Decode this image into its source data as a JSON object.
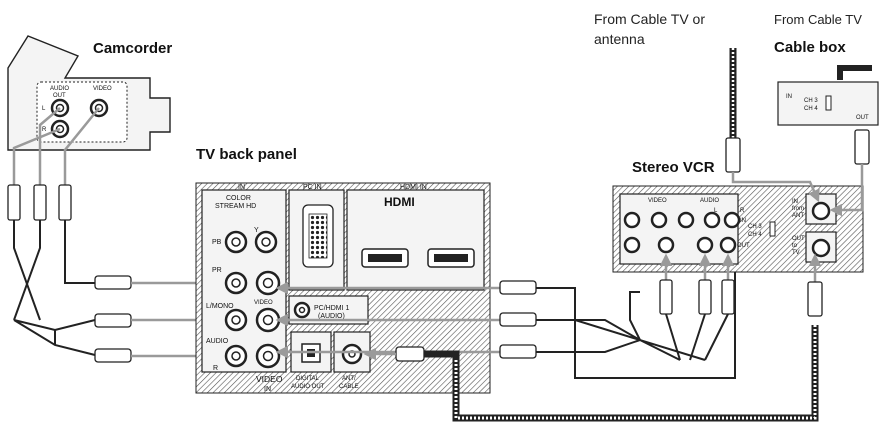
{
  "labels": {
    "camcorder": "Camcorder",
    "tv_back_panel": "TV back panel",
    "stereo_vcr": "Stereo VCR",
    "cable_box": "Cable box",
    "from_cable_tv_or_antenna_line1": "From Cable TV or",
    "from_cable_tv_or_antenna_line2": "antenna",
    "from_cable_tv": "From Cable TV"
  },
  "camcorder": {
    "audio_out_line1": "AUDIO",
    "audio_out_line2": "OUT",
    "video": "VIDEO",
    "left": "L",
    "right": "R"
  },
  "tv_panel": {
    "in_label": "IN",
    "color_stream_line1": "COLOR",
    "color_stream_line2": "STREAM HD",
    "pc_in": "PC IN",
    "hdmi_in": "HDMI IN",
    "hdmi_logo": "HDMI",
    "pb": "PB",
    "y": "Y",
    "pr": "PR",
    "l_mono": "L/MONO",
    "video_small": "VIDEO",
    "audio": "AUDIO",
    "r": "R",
    "pc_hdmi_line1": "PC/HDMI 1",
    "pc_hdmi_line2": "(AUDIO)",
    "video_in": "VIDEO",
    "in_bottom": "IN",
    "digital_line1": "DIGITAL",
    "digital_line2": "AUDIO OUT",
    "ant_line1": "ANT/",
    "ant_line2": "CABLE"
  },
  "vcr": {
    "video": "VIDEO",
    "audio": "AUDIO",
    "l": "L",
    "r": "R",
    "in": "IN",
    "out": "OUT",
    "ch3": "CH 3",
    "ch4": "CH 4",
    "in_from_ant_line1": "IN",
    "in_from_ant_line2": "from",
    "in_from_ant_line3": "ANT",
    "out_to_tv_line1": "OUT",
    "out_to_tv_line2": "to",
    "out_to_tv_line3": "TV"
  },
  "cable_box": {
    "in": "IN",
    "ch3": "CH 3",
    "ch4": "CH 4",
    "out": "OUT"
  }
}
